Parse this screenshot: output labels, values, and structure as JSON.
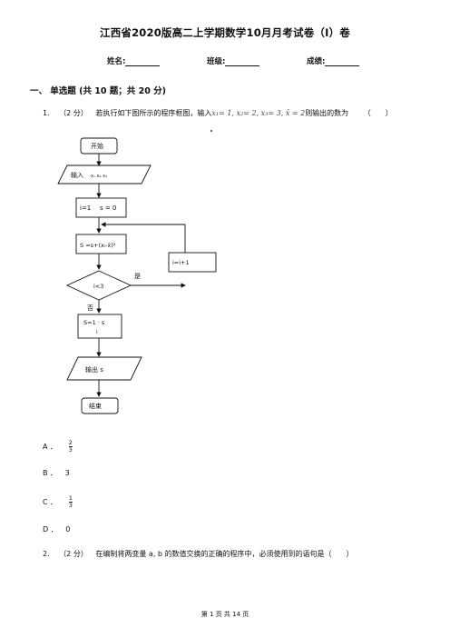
{
  "title": "江西省2020版高二上学期数学10月月考试卷（I）卷",
  "info": {
    "name_label": "姓名:",
    "class_label": "班级:",
    "score_label": "成绩:"
  },
  "section1": "一、  单选题 (共 10 题；共 20 分)",
  "q1": {
    "number": "1.",
    "points": "（2 分）",
    "text_before": "若执行如下图所示的程序框图，输入",
    "formula": "x₁= 1, x₂= 2, x₃= 3, x̄ = 2",
    "text_after": "则输出的数为",
    "paren": "（　　）",
    "flowchart": {
      "start": "开始",
      "input": "输入",
      "input_vars": "x₁  x₂    x₃",
      "init_i": "i=1",
      "init_s": "s = 0",
      "assign": "S =s+(xᵢ-x̄)²",
      "cond": "i<3",
      "yes": "是",
      "no": "否",
      "incr": "i=i+1",
      "final_num": "S=1 · s",
      "final_den": "i",
      "output": "输出 s",
      "end": "结束"
    },
    "options": [
      {
        "label": "A ．",
        "num": "2",
        "den": "3"
      },
      {
        "label": "B ．",
        "text": "3"
      },
      {
        "label": "C ．",
        "num": "1",
        "den": "3"
      },
      {
        "label": "D ．",
        "text": "0"
      }
    ]
  },
  "q2": {
    "number": "2.",
    "points": "（2 分）",
    "text": "在编制将两变量 a, b 的数值交换的正确的程序中，必须使用到的语句是（　　）"
  },
  "footer": "第  1  页  共  14  页"
}
